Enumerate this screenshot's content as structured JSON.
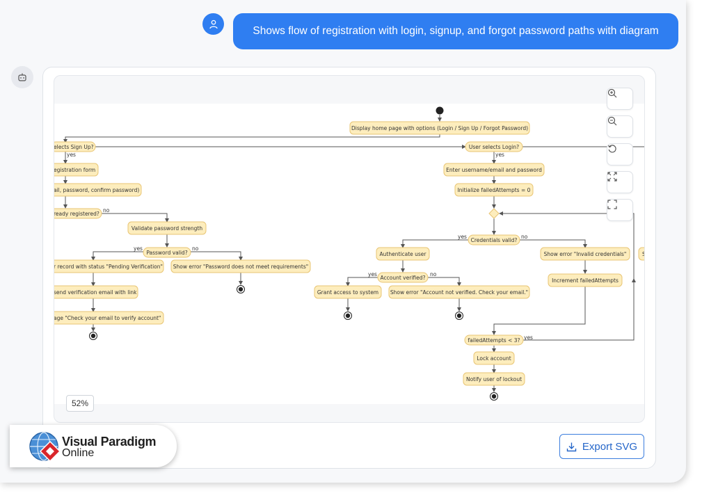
{
  "chat": {
    "user_message": "Shows flow of registration with login, signup, and forgot password paths with diagram"
  },
  "diagram": {
    "nodes": {
      "home": "Display home page with options (Login / Sign Up / Forgot Password)",
      "selects_signup": "elects Sign Up?",
      "registration_form": "egistration form",
      "email_pw": "ail, password, confirm password)",
      "already_registered": "ready registered?",
      "validate_pw": "Validate password strength",
      "pw_valid": "Password valid?",
      "create_record": "r record with status \"Pending Verification\"",
      "show_error_pw": "Show error \"Password does not meet requirements\"",
      "send_email": "send verification email with link",
      "check_email": "age \"Check your email to verify account\"",
      "selects_login": "User selects Login?",
      "enter_creds": "Enter username/email and password",
      "init_failed": "Initialize failedAttempts = 0",
      "creds_valid": "Credentials valid?",
      "authenticate": "Authenticate user",
      "show_invalid": "Show error \"Invalid credentials\"",
      "account_verified": "Account verified?",
      "grant_access": "Grant access to system",
      "show_not_verified": "Show error \"Account not verified. Check your email.\"",
      "increment_failed": "Increment failedAttempts",
      "failed_lt3": "failedAttempts < 3?",
      "lock_account": "Lock account",
      "notify_lockout": "Notify user of lockout",
      "cut_s": "S"
    },
    "labels": {
      "yes": "yes",
      "no": "no"
    }
  },
  "controls": {
    "zoom_level": "52%",
    "export_label": "Export SVG"
  },
  "brand": {
    "name": "Visual Paradigm",
    "sub": "Online"
  }
}
